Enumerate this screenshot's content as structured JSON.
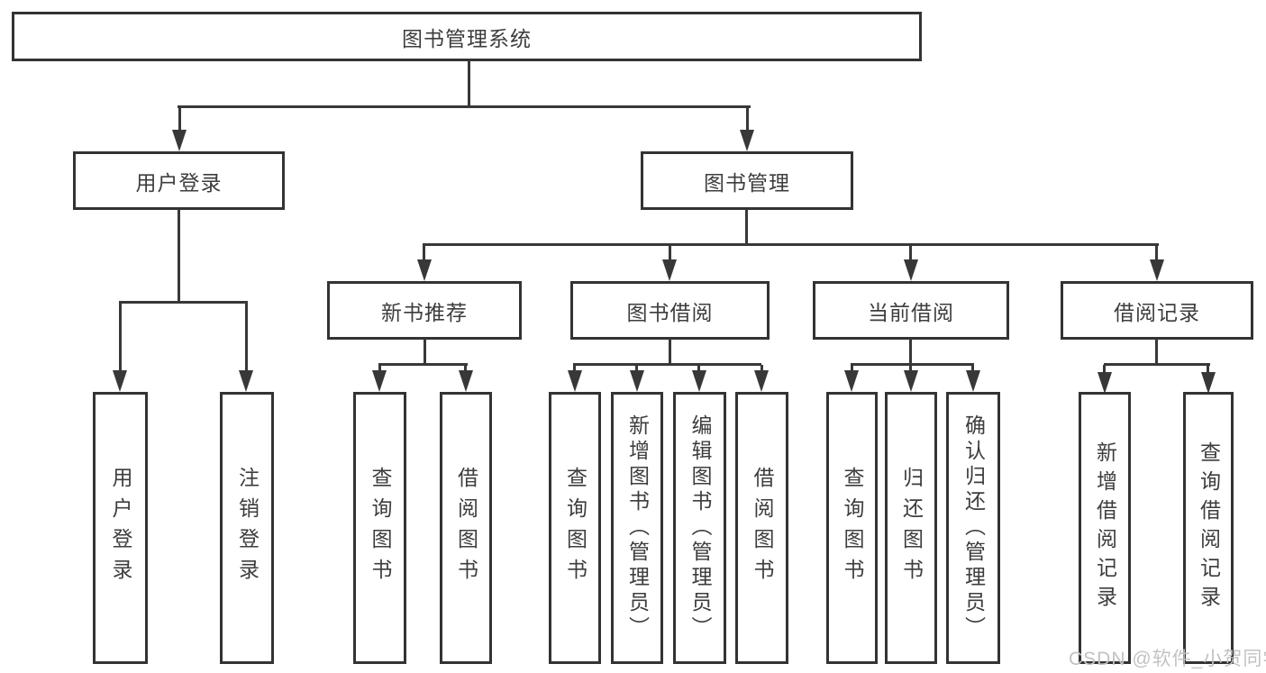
{
  "diagram": {
    "root": {
      "label": "图书管理系统"
    },
    "branches": [
      {
        "label": "用户登录",
        "children": [
          {
            "label": "用户登录"
          },
          {
            "label": "注销登录"
          }
        ]
      },
      {
        "label": "图书管理",
        "children": [
          {
            "label": "新书推荐",
            "children": [
              {
                "label": "查询图书"
              },
              {
                "label": "借阅图书"
              }
            ]
          },
          {
            "label": "图书借阅",
            "children": [
              {
                "label": "查询图书"
              },
              {
                "label": "新增图书（管理员）"
              },
              {
                "label": "编辑图书（管理员）"
              },
              {
                "label": "借阅图书"
              }
            ]
          },
          {
            "label": "当前借阅",
            "children": [
              {
                "label": "查询图书"
              },
              {
                "label": "归还图书"
              },
              {
                "label": "确认归还（管理员）"
              }
            ]
          },
          {
            "label": "借阅记录",
            "children": [
              {
                "label": "新增借阅记录"
              },
              {
                "label": "查询借阅记录"
              }
            ]
          }
        ]
      }
    ],
    "watermark": "CSDN @软件_小贺同学",
    "colors": {
      "line": "#383838",
      "box_border": "#333333",
      "box_fill": "#ffffff",
      "text": "#3d3d3d",
      "watermark": "#c2c2c2",
      "background": "#ffffff"
    }
  }
}
